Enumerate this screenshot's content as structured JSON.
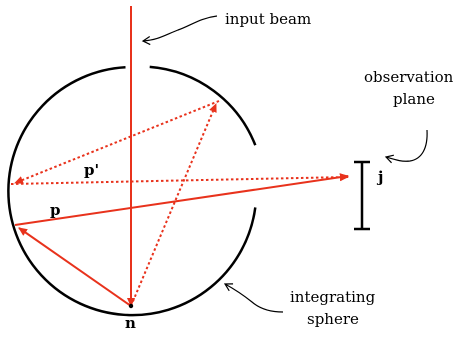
{
  "labels": {
    "input_beam": "input beam",
    "observation": "observation",
    "plane": "plane",
    "integrating": "integrating",
    "sphere": "sphere",
    "p_prime": "p'",
    "p": "p",
    "j": "j",
    "n": "n"
  },
  "colors": {
    "ray": "#e8321c",
    "outline": "#000000"
  }
}
